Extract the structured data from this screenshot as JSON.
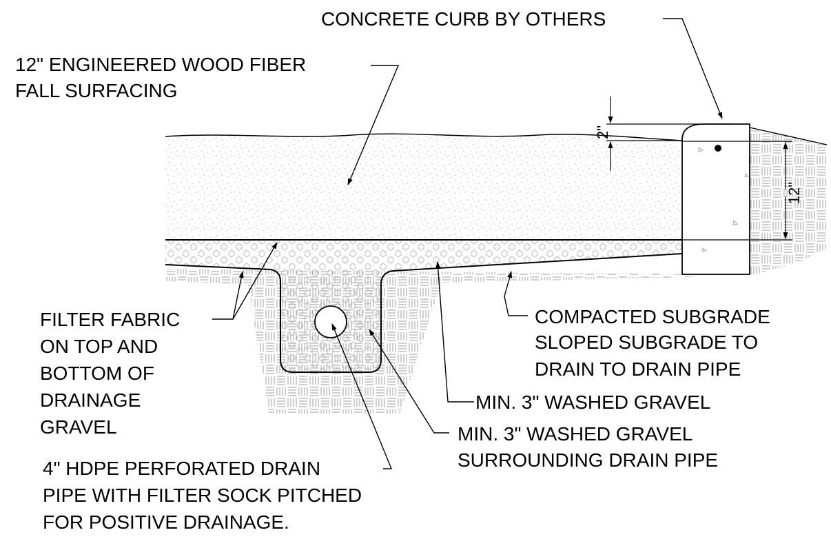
{
  "labels": {
    "curb": "CONCRETE CURB BY OTHERS",
    "wood_fiber": [
      "12\" ENGINEERED WOOD FIBER",
      "FALL SURFACING"
    ],
    "filter_fabric": [
      "FILTER FABRIC",
      "ON TOP AND",
      "BOTTOM OF",
      "DRAINAGE",
      "GRAVEL"
    ],
    "subgrade": [
      "COMPACTED SUBGRADE",
      "SLOPED SUBGRADE TO",
      "DRAIN TO DRAIN PIPE"
    ],
    "gravel": "MIN. 3\" WASHED GRAVEL",
    "gravel_pipe": [
      "MIN. 3\" WASHED GRAVEL",
      "SURROUNDING DRAIN PIPE"
    ],
    "drain_pipe": [
      "4\" HDPE PERFORATED DRAIN",
      "PIPE WITH FILTER SOCK PITCHED",
      "FOR POSITIVE DRAINAGE."
    ]
  },
  "dimensions": {
    "top_offset": "2\"",
    "curb_depth": "12\""
  },
  "colors": {
    "line": "#000000",
    "fill": "#ffffff",
    "hatch": "#9a9a9a",
    "stipple": "#b5b5b5"
  }
}
